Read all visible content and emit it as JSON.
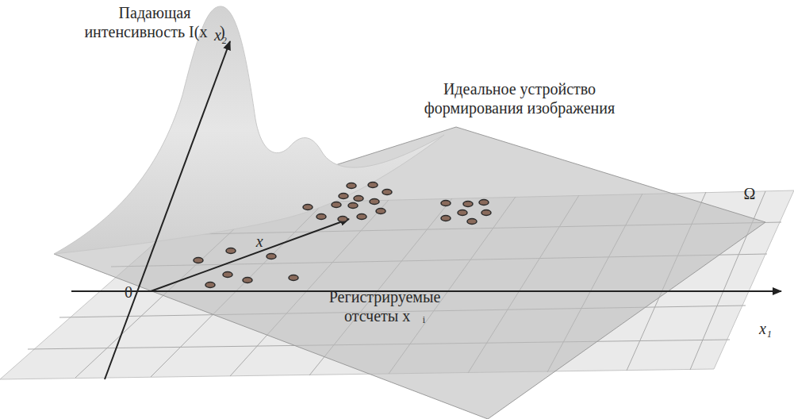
{
  "diagram": {
    "labels": [
      "Падающая интенсивность I(x⃗)",
      "x₂",
      "Идеальное устройство формирования изображения",
      "Ω",
      "x⃗",
      "0",
      "Регистрируемые отсчеты x⃗ᵢ",
      "x₁"
    ]
  }
}
